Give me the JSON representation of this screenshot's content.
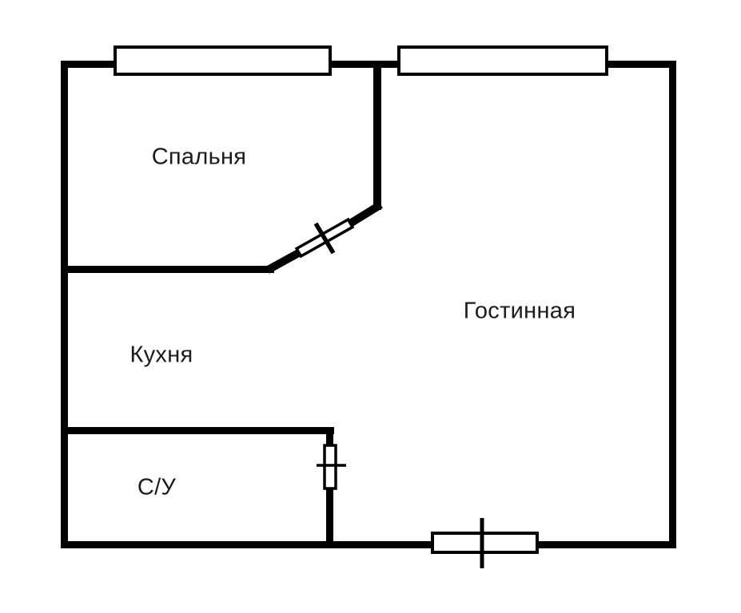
{
  "plan_title": "apartment-floor-plan",
  "rooms": [
    {
      "name": "bedroom",
      "label": "Спальня"
    },
    {
      "name": "living_room",
      "label": "Гостинная"
    },
    {
      "name": "kitchen",
      "label": "Кухня"
    },
    {
      "name": "bathroom",
      "label": "С/У"
    }
  ],
  "features": {
    "windows": [
      "bedroom-window",
      "living-room-window",
      "bottom-entrance-window"
    ],
    "doors": [
      "bedroom-diagonal-door",
      "bathroom-door"
    ]
  },
  "colors": {
    "wall": "#000000",
    "background": "#fefefe",
    "text": "#1c1c1c",
    "window_fill": "#ffffff"
  }
}
